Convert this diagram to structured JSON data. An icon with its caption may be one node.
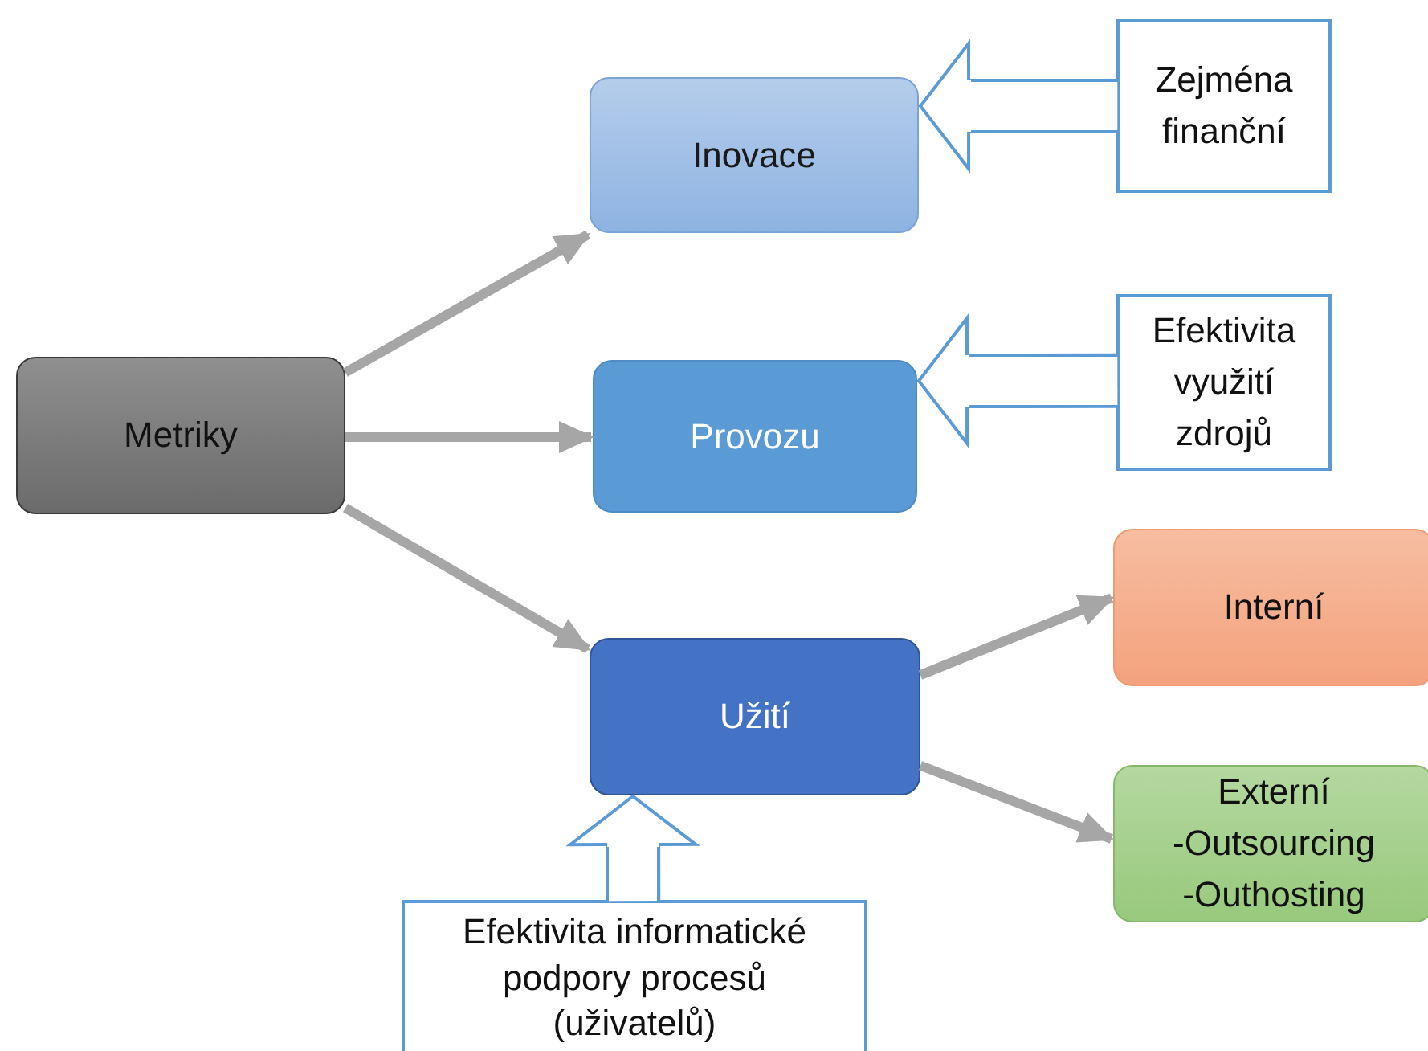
{
  "diagram": {
    "nodes": [
      {
        "text": [
          "Metriky"
        ]
      },
      {
        "text": [
          "Inovace"
        ]
      },
      {
        "text": [
          "Provozu"
        ]
      },
      {
        "text": [
          "Užití"
        ]
      },
      {
        "text": [
          "Interní"
        ]
      },
      {
        "text": [
          "Externí",
          "-Outsourcing",
          "-Outhosting"
        ]
      },
      {
        "text": [
          "Zejména finanční"
        ]
      },
      {
        "text": [
          "Efektivita využití zdrojů"
        ]
      },
      {
        "text": [
          "Efektivita informatické podpory procesů (uživatelů)"
        ]
      }
    ],
    "edges": [
      {
        "from": 0,
        "to": 1,
        "arrow": "to"
      },
      {
        "from": 0,
        "to": 2,
        "arrow": "to"
      },
      {
        "from": 0,
        "to": 3,
        "arrow": "to"
      },
      {
        "from": 3,
        "to": 4,
        "arrow": "to"
      },
      {
        "from": 3,
        "to": 5,
        "arrow": "to"
      },
      {
        "from": 6,
        "to": 1,
        "arrow": "to",
        "color": "#5b9bd5"
      },
      {
        "from": 7,
        "to": 2,
        "arrow": "to",
        "color": "#5b9bd5"
      },
      {
        "from": 8,
        "to": 3,
        "arrow": "to",
        "color": "#5b9bd5"
      }
    ]
  }
}
